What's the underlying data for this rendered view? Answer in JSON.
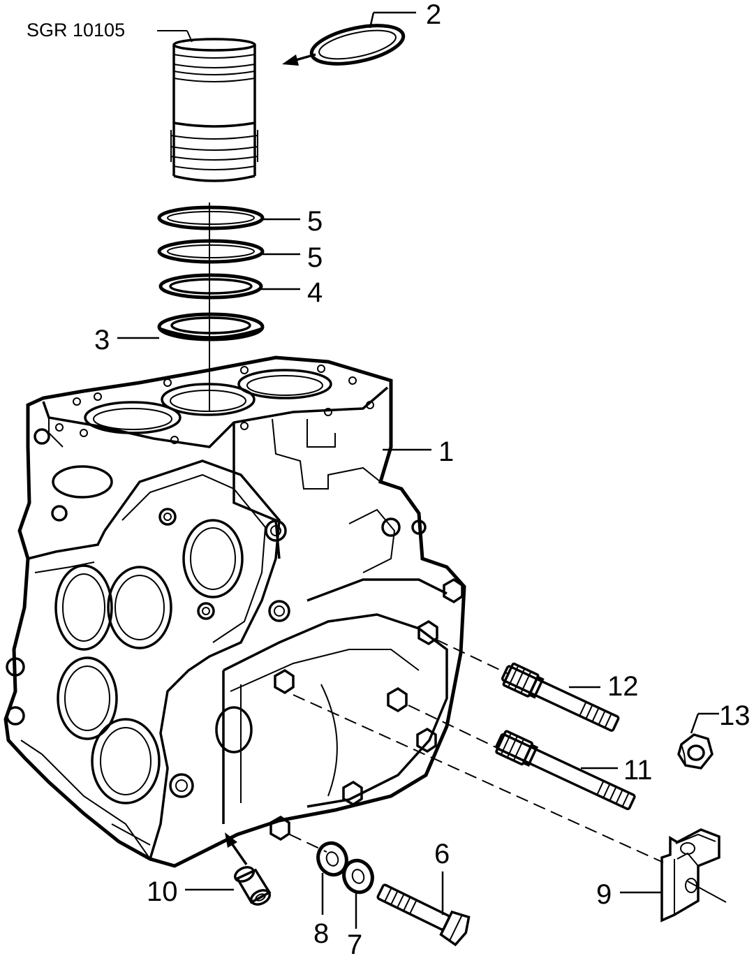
{
  "figure_code": "SGR 10105",
  "callouts": {
    "c1": "1",
    "c2": "2",
    "c3": "3",
    "c4": "4",
    "c5a": "5",
    "c5b": "5",
    "c6": "6",
    "c7": "7",
    "c8": "8",
    "c9": "9",
    "c10": "10",
    "c11": "11",
    "c12": "12",
    "c13": "13"
  }
}
